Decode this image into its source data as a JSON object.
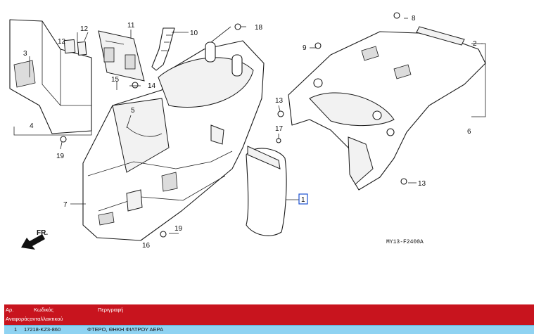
{
  "diagram": {
    "callouts": [
      "1",
      "2",
      "3",
      "4",
      "5",
      "6",
      "7",
      "8",
      "9",
      "10",
      "11",
      "12",
      "12",
      "13",
      "13",
      "14",
      "15",
      "16",
      "17",
      "18",
      "19",
      "19"
    ],
    "direction_label": "FR.",
    "figure_code": "MY13-F2400A"
  },
  "table": {
    "header": {
      "no": "Αρ.",
      "code": "Κωδικός",
      "description": "Περιγραφή",
      "subheader": "Αναφοράςανταλλακτικού"
    },
    "rows": [
      {
        "no": "1",
        "code": "17218-KZ3-860",
        "description": "ΦΤΕΡΟ, ΘΗΚΗ ΦΙΛΤΡΟΥ ΑΕΡΑ"
      }
    ]
  },
  "colors": {
    "header_bg": "#c8141e",
    "row_bg": "#8fd3f2",
    "highlight": "#1a4fd0"
  }
}
